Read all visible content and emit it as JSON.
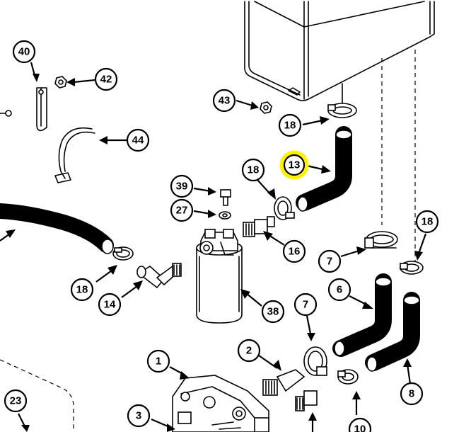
{
  "callouts": [
    {
      "id": "40",
      "label": "40",
      "highlight": false
    },
    {
      "id": "42",
      "label": "42",
      "highlight": false
    },
    {
      "id": "43",
      "label": "43",
      "highlight": false
    },
    {
      "id": "44",
      "label": "44",
      "highlight": false
    },
    {
      "id": "18a",
      "label": "18",
      "highlight": false
    },
    {
      "id": "13",
      "label": "13",
      "highlight": true
    },
    {
      "id": "18b",
      "label": "18",
      "highlight": false
    },
    {
      "id": "39",
      "label": "39",
      "highlight": false
    },
    {
      "id": "27",
      "label": "27",
      "highlight": false
    },
    {
      "id": "16",
      "label": "16",
      "highlight": false
    },
    {
      "id": "18c",
      "label": "18",
      "highlight": false
    },
    {
      "id": "7a",
      "label": "7",
      "highlight": false
    },
    {
      "id": "18d",
      "label": "18",
      "highlight": false
    },
    {
      "id": "14",
      "label": "14",
      "highlight": false
    },
    {
      "id": "38",
      "label": "38",
      "highlight": false
    },
    {
      "id": "6",
      "label": "6",
      "highlight": false
    },
    {
      "id": "7b",
      "label": "7",
      "highlight": false
    },
    {
      "id": "1",
      "label": "1",
      "highlight": false
    },
    {
      "id": "2",
      "label": "2",
      "highlight": false
    },
    {
      "id": "8",
      "label": "8",
      "highlight": false
    },
    {
      "id": "23",
      "label": "23",
      "highlight": false
    },
    {
      "id": "3",
      "label": "3",
      "highlight": false
    },
    {
      "id": "10",
      "label": "10",
      "highlight": false
    }
  ],
  "colors": {
    "highlight": "#FFF200",
    "ink": "#000000",
    "paper": "#FFFFFF"
  }
}
